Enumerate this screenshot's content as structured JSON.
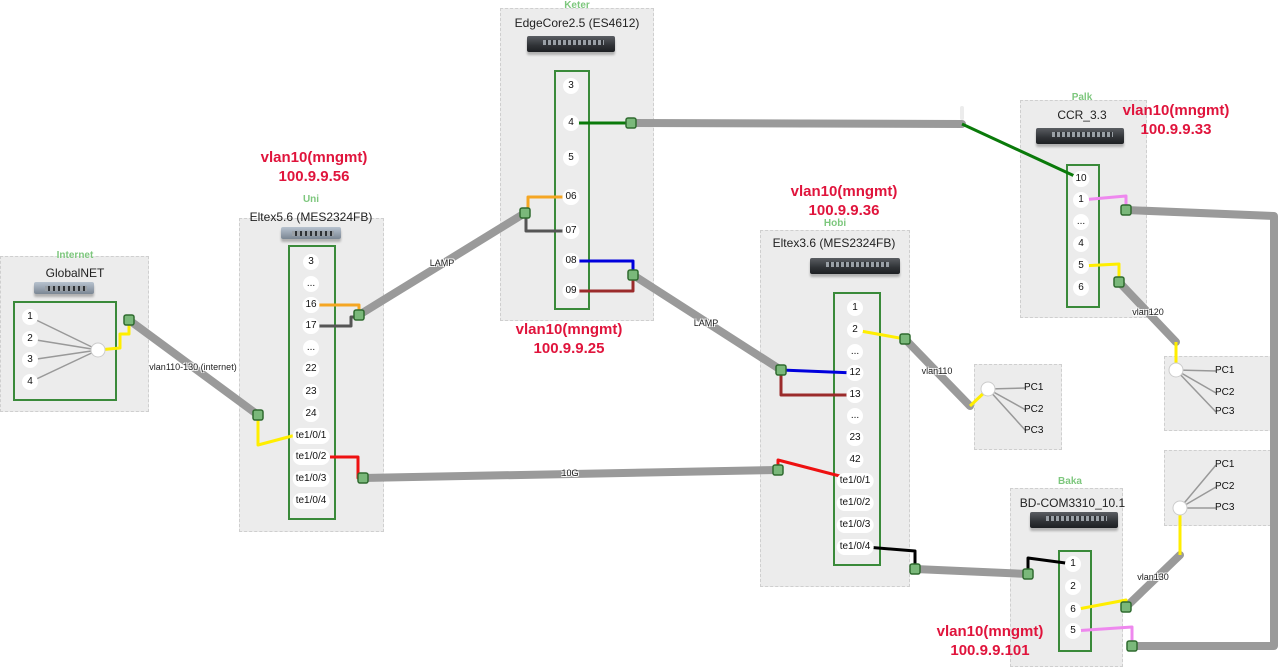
{
  "internet": {
    "site": "Internet",
    "device": "GlobalNET",
    "ports": [
      "1",
      "2",
      "3",
      "4"
    ]
  },
  "uni": {
    "site": "Uni",
    "device": "Eltex5.6 (MES2324FB)",
    "vlan": "vlan10(mngmt)",
    "ip": "100.9.9.56",
    "ports": [
      "3",
      "...",
      "16",
      "17",
      "...",
      "22",
      "23",
      "24",
      "te1/0/1",
      "te1/0/2",
      "te1/0/3",
      "te1/0/4"
    ]
  },
  "keter": {
    "site": "Keter",
    "device": "EdgeCore2.5 (ES4612)",
    "vlan": "vlan10(mngmt)",
    "ip": "100.9.9.25",
    "ports": [
      "3",
      "4",
      "5",
      "06",
      "07",
      "08",
      "09"
    ]
  },
  "hobi": {
    "site": "Hobi",
    "device": "Eltex3.6 (MES2324FB)",
    "vlan": "vlan10(mngmt)",
    "ip": "100.9.9.36",
    "ports": [
      "1",
      "2",
      "...",
      "12",
      "13",
      "...",
      "23",
      "42",
      "te1/0/1",
      "te1/0/2",
      "te1/0/3",
      "te1/0/4"
    ]
  },
  "palk": {
    "site": "Palk",
    "device": "CCR_3.3",
    "vlan": "vlan10(mngmt)",
    "ip": "100.9.9.33",
    "ports": [
      "10",
      "1",
      "...",
      "4",
      "5",
      "6"
    ]
  },
  "baka": {
    "site": "Baka",
    "device": "BD-COM3310_10.1",
    "vlan": "vlan10(mngmt)",
    "ip": "100.9.9.101",
    "ports": [
      "1",
      "2",
      "6",
      "5"
    ]
  },
  "pc_groups": {
    "hobi_pcs": [
      "PC1",
      "PC2",
      "PC3"
    ],
    "palk_pcs": [
      "PC1",
      "PC2",
      "PC3"
    ],
    "baka_pcs": [
      "PC1",
      "PC2",
      "PC3"
    ]
  },
  "links": {
    "internet_uni": "vlan110-130 (internet)",
    "uni_keter": "LAMP",
    "keter_hobi": "LAMP",
    "uni_hobi": "10G",
    "hobi_pcs": "vlan110",
    "palk_pcs": "vlan120",
    "baka_pcs": "vlan130"
  },
  "colors": {
    "trunk": "#9a9a9a",
    "ip_label": "#e0143c",
    "site_label": "#7dc77d",
    "port_panel": "#3a8a3a",
    "port_yellow": "#ffee00",
    "port_orange": "#f5a623",
    "port_gray": "#555555",
    "port_green": "#0a7a0a",
    "port_blue": "#0000dd",
    "port_brown": "#9b2b2b",
    "port_red": "#ee1111",
    "port_black": "#000000",
    "port_pink": "#ee88ee"
  }
}
